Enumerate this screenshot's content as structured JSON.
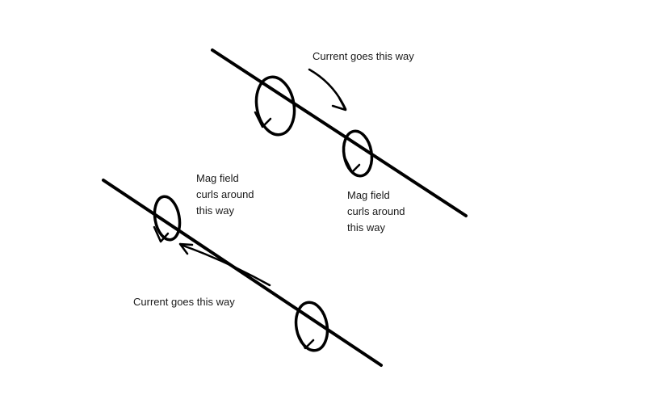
{
  "diagram": {
    "title": "",
    "ink_color": "#000000",
    "background_color": "#ffffff"
  },
  "labels": {
    "current_top": "Current goes this way",
    "current_bottom": "Current goes this way",
    "mag_left": {
      "lines": [
        "Mag field",
        "curls around",
        "this way"
      ]
    },
    "mag_right": {
      "lines": [
        "Mag field",
        "curls around",
        "this way"
      ]
    }
  },
  "icons": {
    "wire_top": "diagonal-wire-line",
    "wire_bottom": "diagonal-wire-line",
    "field_loops": "ellipse-loop-with-arrowhead",
    "current_arrows": "curved-direction-arrow"
  }
}
